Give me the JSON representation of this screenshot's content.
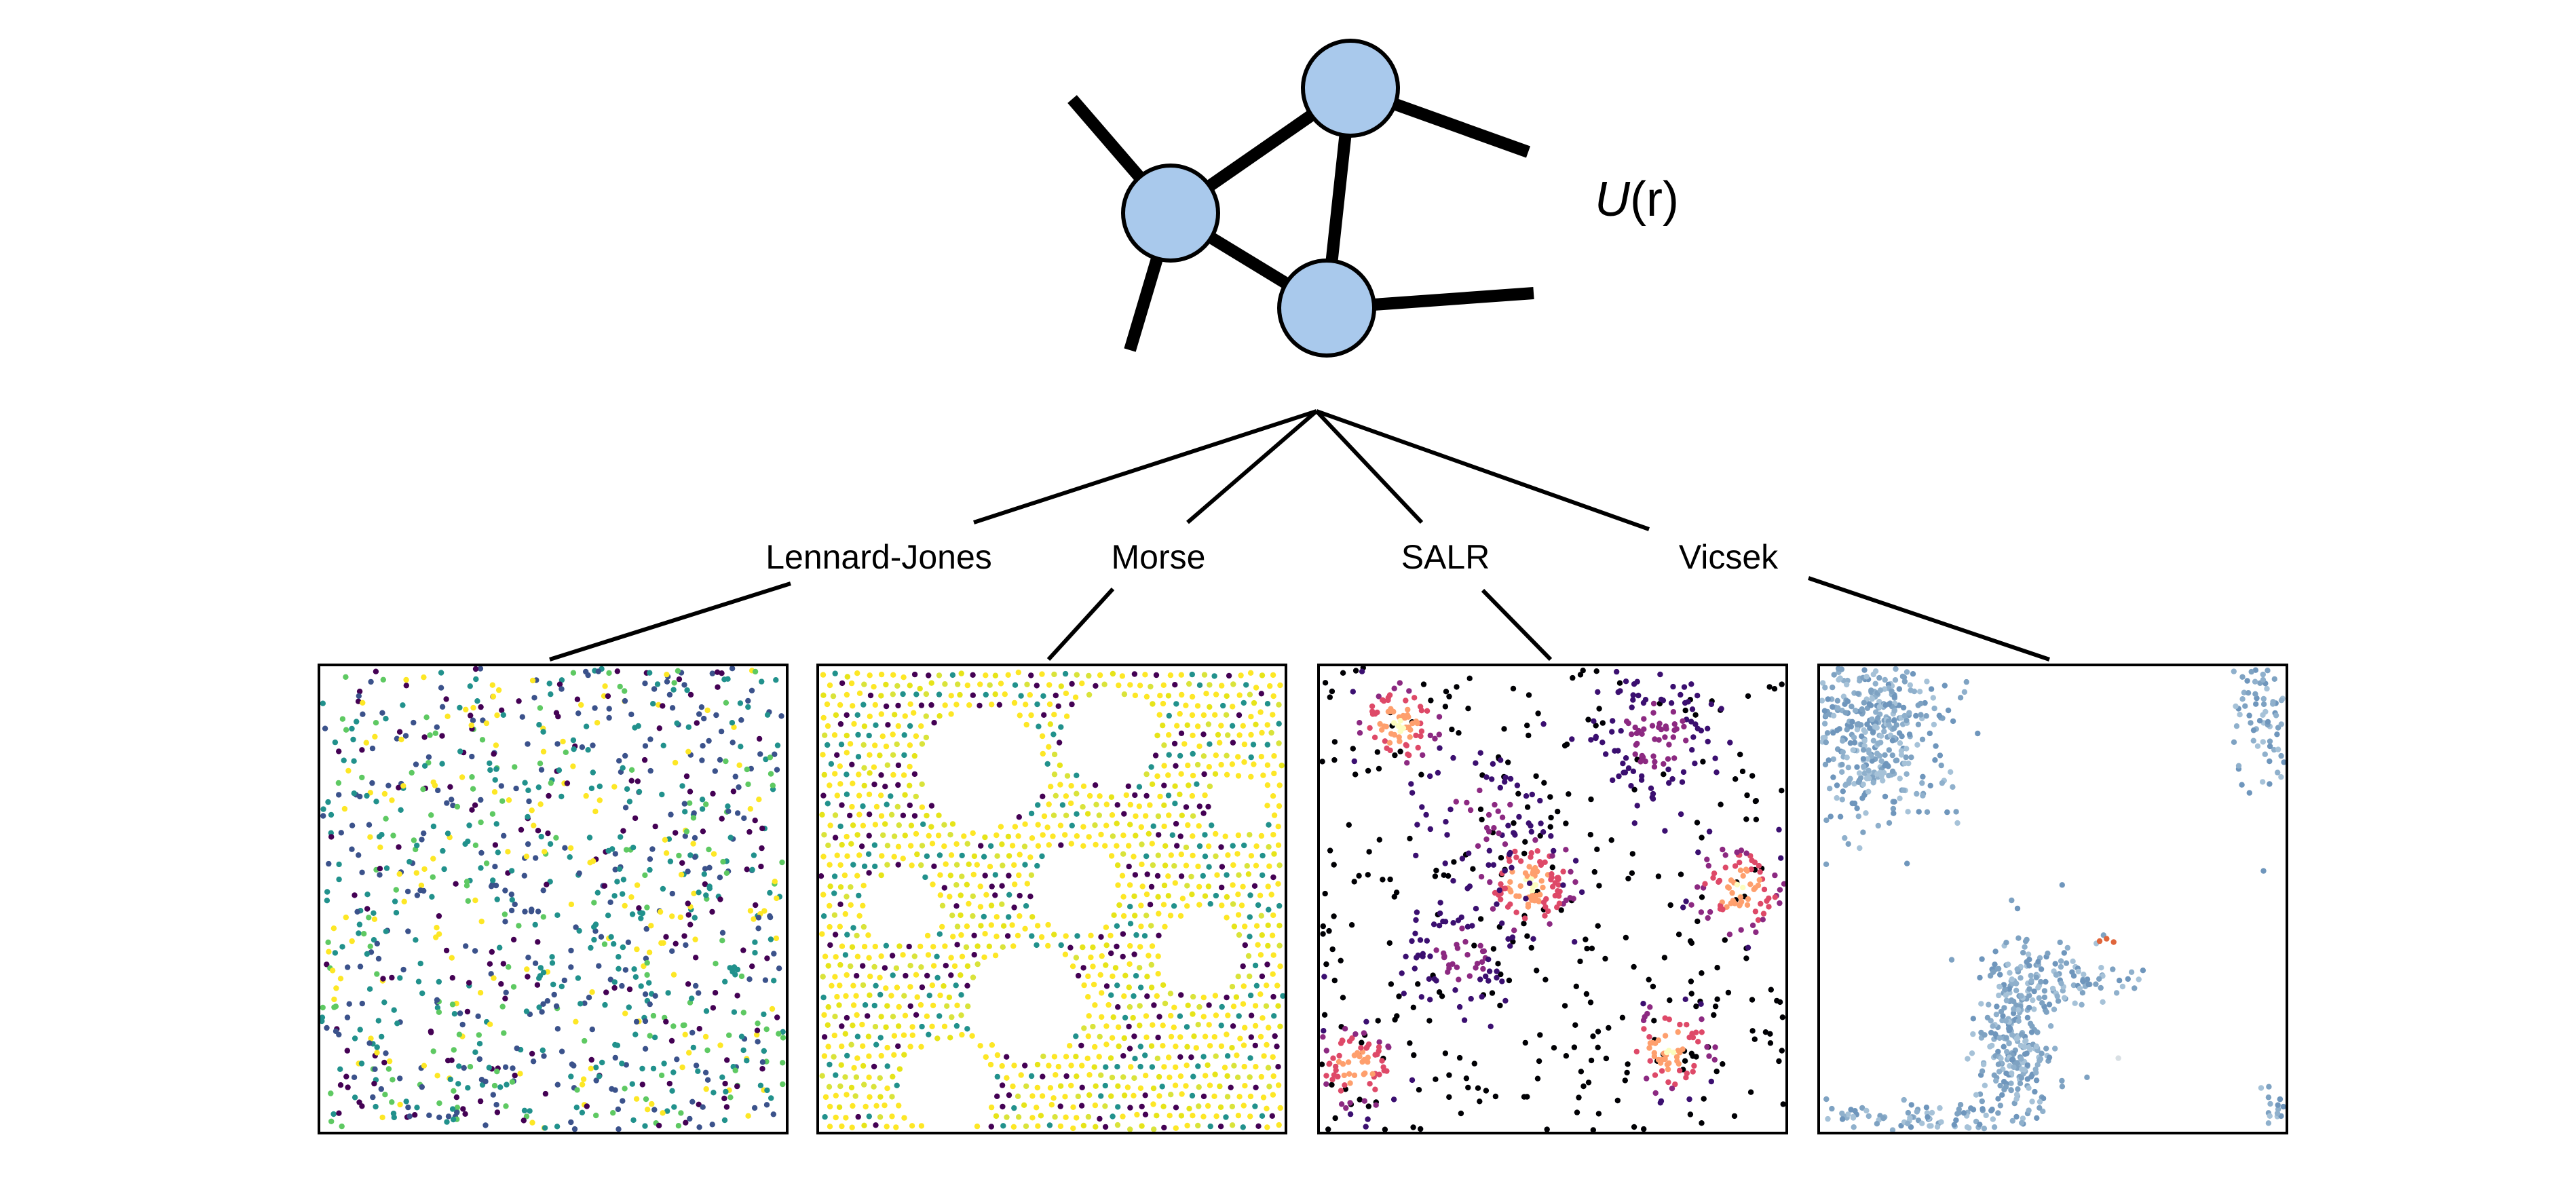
{
  "potential_label": {
    "symbol": "U",
    "argument": "(r)"
  },
  "models": [
    {
      "name": "Lennard-Jones",
      "palette": [
        "#440154",
        "#3b528b",
        "#21918c",
        "#21918c",
        "#3b528b",
        "#5ec962",
        "#fde725"
      ]
    },
    {
      "name": "Morse",
      "palette": [
        "#fde725",
        "#fde725",
        "#e6e419",
        "#fde725",
        "#d9e33a",
        "#21918c",
        "#440154"
      ]
    },
    {
      "name": "SALR",
      "palette": [
        "#000004",
        "#3b0f70",
        "#8c2981",
        "#de4968",
        "#fe9f6d",
        "#fcfdbf"
      ]
    },
    {
      "name": "Vicsek",
      "palette": [
        "#7ea2c2",
        "#8fb0cc",
        "#a6c2d8",
        "#6f96bc",
        "#d8dfe4",
        "#e0663c"
      ]
    }
  ],
  "colors": {
    "node_fill": "#a9c9ec",
    "node_stroke": "#000000",
    "line": "#000000"
  }
}
